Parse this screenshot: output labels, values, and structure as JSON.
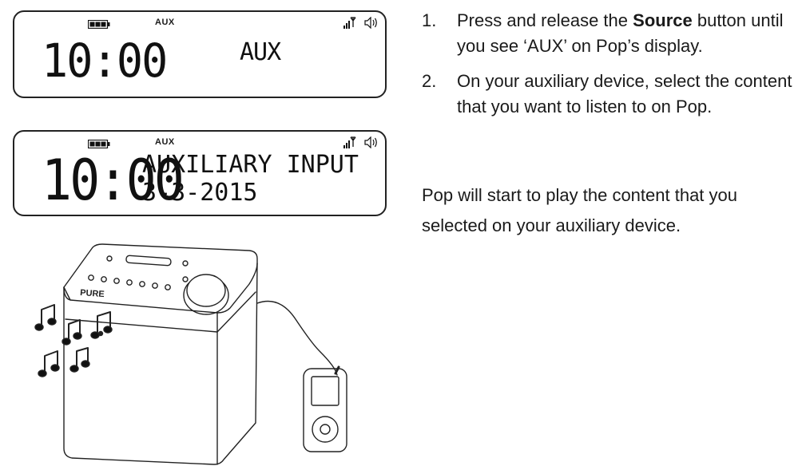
{
  "display1": {
    "aux_tag": "AUX",
    "clock": "10:00",
    "source": "AUX"
  },
  "display2": {
    "aux_tag": "AUX",
    "clock": "10:00",
    "line1": "AUXILIARY INPUT",
    "line2": "3-3-2015"
  },
  "instructions": {
    "steps": [
      {
        "number": "1.",
        "text_before": "Press and release the ",
        "bold": "Source",
        "text_after": " button until you see ‘AUX’ on Pop’s display."
      },
      {
        "number": "2.",
        "text": "On your auxiliary device, select the content that you want to listen to on Pop."
      }
    ],
    "closing": "Pop will start to play the content that you selected on your auxiliary device."
  },
  "illustration": {
    "brand": "PURE"
  },
  "icons": {
    "battery": "battery-icon",
    "signal": "signal-strength-icon",
    "speaker": "speaker-icon",
    "music_notes": "music-note-icon",
    "player": "media-player-icon"
  }
}
